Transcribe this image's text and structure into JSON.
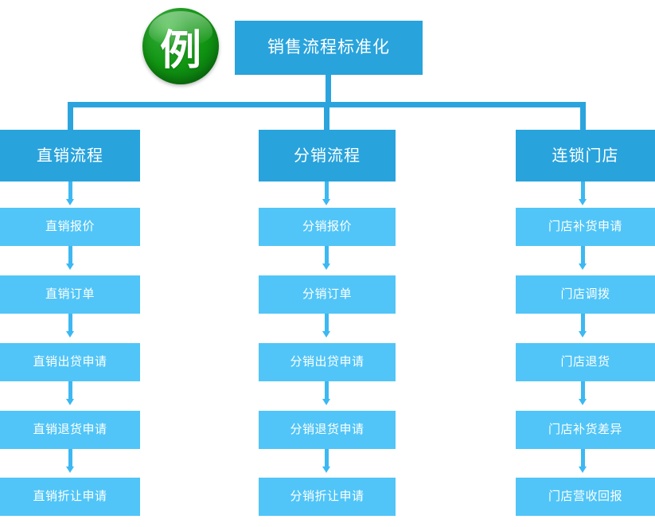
{
  "logo": {
    "character": "例",
    "name": "example-badge",
    "color": "#169b19"
  },
  "colors": {
    "root_fill": "#29a3dc",
    "branch_fill": "#29a3dc",
    "leaf_fill": "#51c5f7",
    "connector": "#2ba4dd",
    "arrow": "#3cb8f2",
    "text": "#ffffff",
    "background": "#ffffff"
  },
  "root": {
    "label": "销售流程标准化"
  },
  "branches": [
    {
      "label": "直销流程",
      "steps": [
        "直销报价",
        "直销订单",
        "直销出贷申请",
        "直销退货申请",
        "直销折让申请"
      ]
    },
    {
      "label": "分销流程",
      "steps": [
        "分销报价",
        "分销订单",
        "分销出贷申请",
        "分销退货申请",
        "分销折让申请"
      ]
    },
    {
      "label": "连锁门店",
      "steps": [
        "门店补货申请",
        "门店调拨",
        "门店退货",
        "门店补货差异",
        "门店营收回报"
      ]
    }
  ]
}
